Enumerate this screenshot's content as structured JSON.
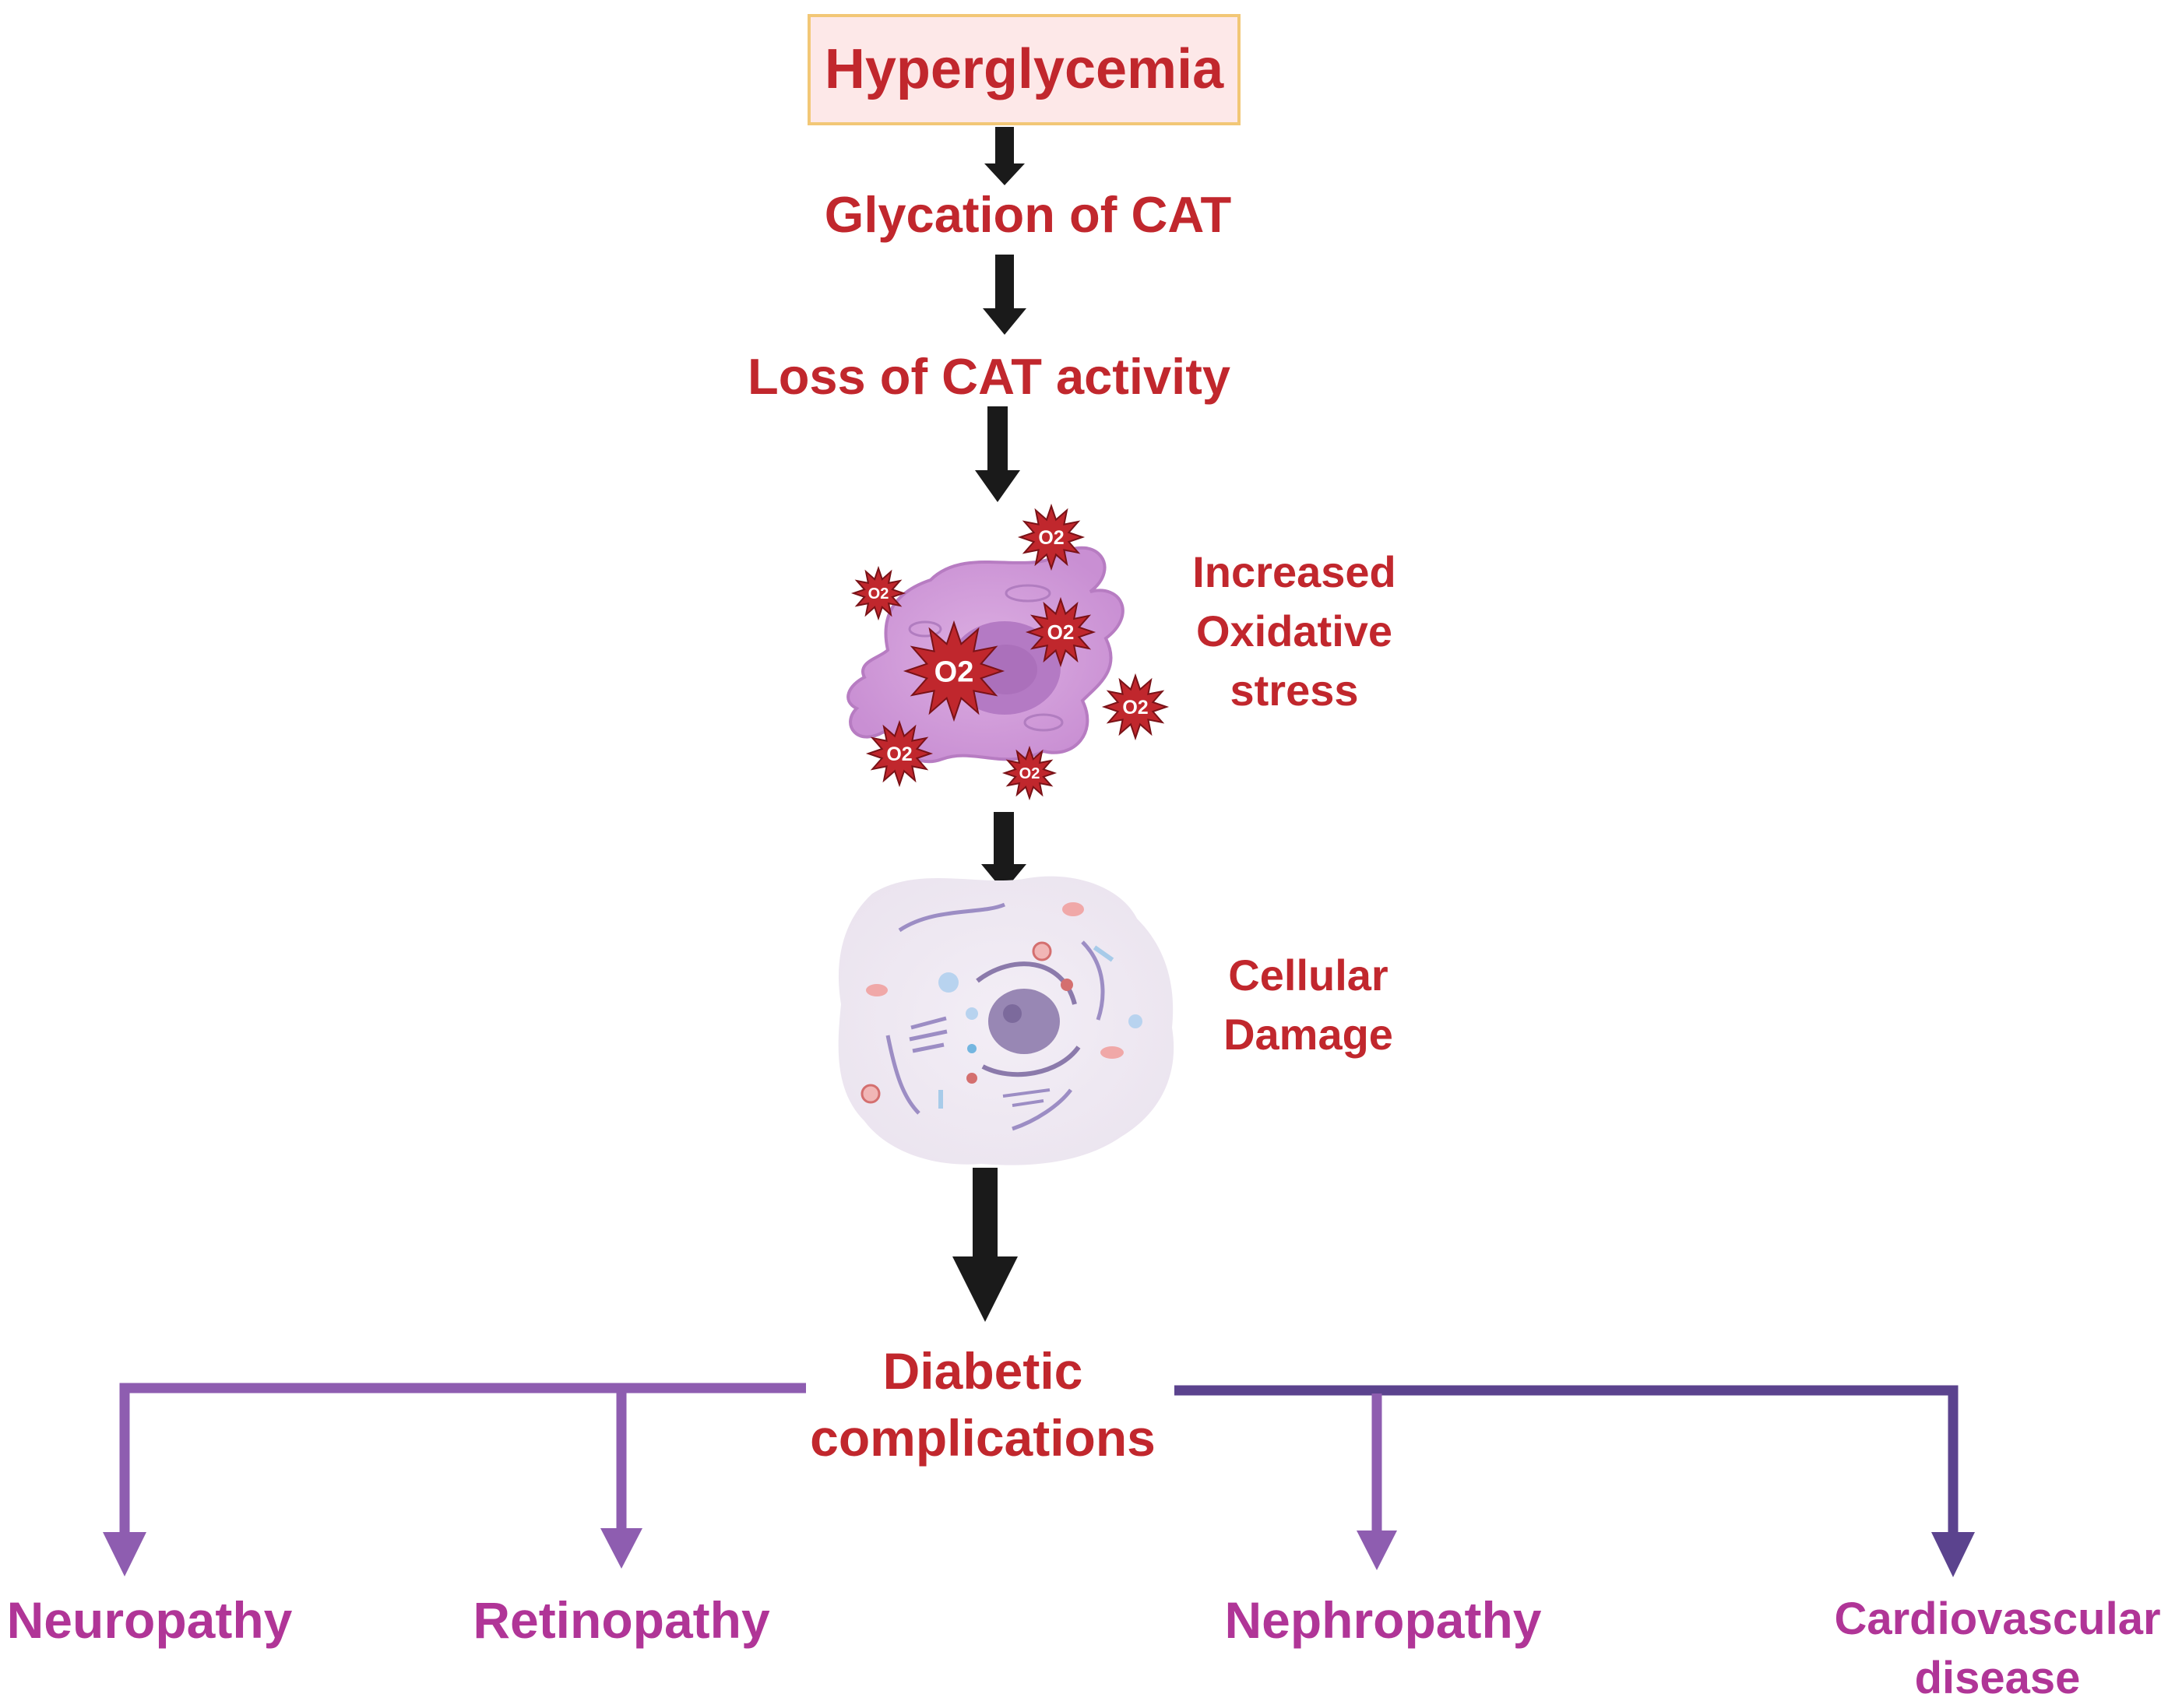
{
  "title": "Hyperglycemia",
  "steps": {
    "glycation": "Glycation of CAT",
    "loss": "Loss of CAT activity"
  },
  "oxidative": {
    "lines": [
      "Increased",
      "Oxidative",
      "stress"
    ]
  },
  "cellular": {
    "lines": [
      "Cellular",
      "Damage"
    ]
  },
  "complications": {
    "lines": [
      "Diabetic",
      "complications"
    ]
  },
  "outcomes": {
    "neuropathy": "Neuropathy",
    "retinopathy": "Retinopathy",
    "nephropathy": "Nephropathy",
    "cardio": [
      "Cardiovascular",
      "disease"
    ]
  },
  "ros_label": "O2",
  "colors": {
    "text_red": "#c1272d",
    "text_magenta": "#b03597",
    "arrow_black": "#1a1a1a",
    "branch_purple": "#8e5db0",
    "branch_dark_purple": "#5b438e",
    "box_fill": "#fde8e8",
    "box_border": "#f2c776",
    "cell_fill": "#d9a1df",
    "ros_fill": "#c0272d"
  }
}
